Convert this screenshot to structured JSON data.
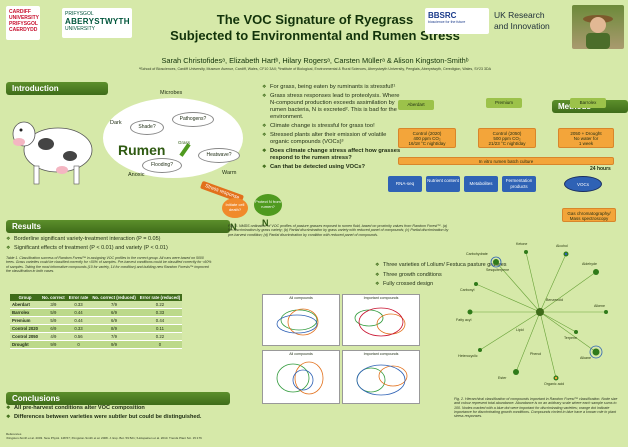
{
  "header": {
    "title_line1": "The VOC Signature of Ryegrass",
    "title_line2": "Subjected to Environmental and Rumen Stress",
    "authors": "Sarah Christofidesᵃ, Elizabeth Hartᵇ, Hilary Rogersᵃ, Carsten Müllerᵃ & Alison Kingston-Smithᵇ",
    "affiliation": "ᵃSchool of Biosciences, Cardiff University, Museum Avenue, Cardiff, Wales, CF10 3AX; ᵇInstitute of Biological, Environmental & Rural Sciences, Aberystwyth University, Penglais, Aberystwyth, Ceredigion, Wales, SY23 3DA",
    "logos": {
      "cardiff": [
        "CARDIFF",
        "UNIVERSITY",
        "PRIFYSGOL",
        "CAERDYDD"
      ],
      "aber_top": "PRIFYSGOL",
      "aber_name": "ABERYSTWYTH",
      "aber_sub": "UNIVERSITY",
      "bbsrc": "BBSRC",
      "bbsrc_sub": "bioscience for the future",
      "ukri_line1": "UK Research",
      "ukri_line2": "and Innovation"
    }
  },
  "introduction": {
    "heading": "Introduction",
    "rumen_word": "Rumen",
    "labels": {
      "dark": "Dark",
      "anoxic": "Anoxic",
      "warm": "Warm",
      "microbes": "Microbes",
      "shade": "Shade?",
      "pathogens": "Pathogens?",
      "flooding": "Flooding?",
      "heatwave": "Heatwave?",
      "grass": "Grass",
      "stress_response": "Stress response",
      "initiate": "Initiate cell death?",
      "protect": "Protect N from rumen?",
      "n1": "N",
      "n2": "N"
    },
    "bullets": [
      "For grass, being eaten by ruminants is stressful!¹",
      "Grass stress responses lead to proteolysis. Where N-compound production exceeds assimilation by rumen bacteria, N is excreted². This is bad for the environment.",
      "Climate change is stressful for grass too!",
      "Stressed plants alter their emission of volatile organic compounds (VOCs)³",
      "Does climate change stress affect how grasses respond to the rumen stress?",
      "Can that be detected using VOCs?"
    ]
  },
  "methods": {
    "heading": "Methods",
    "varieties": [
      "Aberdart",
      "Premium",
      "Barrolex"
    ],
    "conditions": [
      "Control (2020)\n400 ppm CO₂\n16/18 °C night/day",
      "Control (2050)\n500 ppm CO₂\n21/23 °C night/day",
      "2050 + Drought\nNo water for\n1 week"
    ],
    "culture": "In vitro rumen batch culture",
    "hours": "24 hours",
    "outputs": [
      "RNA-seq",
      "Nutrient content",
      "Metabolites",
      "Fermentation products",
      "VOCs"
    ],
    "gcms": "Gas chromatography/ Mass spectroscopy",
    "bullets": [
      "Three varieties of Lolium/ Festuca pasture grasses",
      "Three growth conditions",
      "Fully crossed design"
    ]
  },
  "results": {
    "heading": "Results",
    "bullets": [
      "Borderline significant variety-treatment interaction (P = 0.05)",
      "Significant effects of treatment (P < 0.01) and variety (P < 0.01)"
    ],
    "caption": "Table 1. Classification success of Random Forest™ in assigning VOC profiles to the correct group. All runs were based on 5000 trees. Grass varieties could be classified correctly for <50% of samples. Pre-harvest conditions could be classified correctly for <60% of samples. Taking the most informative compounds (10 for variety, 14 for condition) and building new Random Forests™ improved the classification in both cases.",
    "table": {
      "headers": [
        "Group",
        "No. correct",
        "Error rate",
        "No. correct (reduced)",
        "Error rate (reduced)"
      ],
      "rows": [
        [
          "Aberdart",
          "3/9",
          "0.33",
          "7/9",
          "0.22"
        ],
        [
          "Barrolex",
          "5/9",
          "0.44",
          "6/9",
          "0.33"
        ],
        [
          "Premium",
          "5/9",
          "0.44",
          "6/9",
          "0.44"
        ],
        [
          "Control 2020",
          "6/9",
          "0.33",
          "8/9",
          "0.11"
        ],
        [
          "Control 2050",
          "4/9",
          "0.56",
          "7/9",
          "0.22"
        ],
        [
          "Drought",
          "9/9",
          "0",
          "9/9",
          "0"
        ]
      ]
    },
    "fig1_caption": "Fig. 1. NMDS ordination of VOC profiles of pasture grasses exposed to rumen fluid, based on proximity values from Random Forest™. (a) No discrimination by grass variety; (b) Partial discrimination by grass variety with reduced panel of compounds; (c) Partial discrimination by pre-harvest condition; (d) Partial discrimination by condition with reduced panel of compounds.",
    "panels": [
      "All compounds",
      "Important compounds",
      "All compounds",
      "Important compounds"
    ],
    "fig2_caption": "Fig. 2. Hierarchical classification of compounds important in Random Forest™ classification. Node size and colour represent total abundance. Abundance is on an arbitrary scale where each sample sums to 100. Nodes marked with a blue dot were important for discriminating varieties; orange dot indicate importance for discriminating growth conditions. Compounds circled in blue have a known role in plant stress responses.",
    "tree_nodes": [
      "Carbohydrate",
      "Ketone",
      "Alcohol",
      "Aldehyde",
      "Alkene",
      "Alkane",
      "Organic acid",
      "Ester",
      "Heterocyclic",
      "Fatty acyl",
      "Carbonyl",
      "Terpene",
      "Sesquiterpene",
      "Benzenoid",
      "Lipid",
      "Phenol"
    ]
  },
  "conclusions": {
    "heading": "Conclusions",
    "bullets": [
      "All pre-harvest conditions alter VOC composition",
      "Differences between varieties were subtler but could be distinguished."
    ],
    "refs_title": "References",
    "refs": "¹Kingston-Smith et al. 2003. New Phytol. 148:57; ²Kingston-Smith et al. 2008. J. Exp. Bot. 59:521; ³Holopainen et al. 2010. Trends Plant Sci. 15:176"
  },
  "colors": {
    "background": "#d6e9a9",
    "accent_green": "#3f6c1a",
    "blue": "#2f62b5",
    "orange": "#f3a53a"
  }
}
